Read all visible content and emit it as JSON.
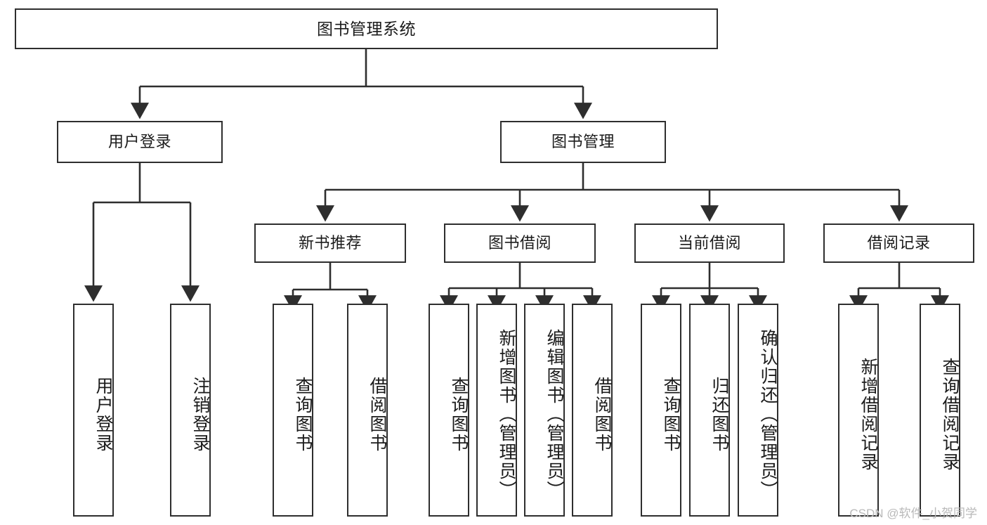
{
  "diagram": {
    "type": "tree-hierarchy",
    "title_node": {
      "label": "图书管理系统"
    },
    "level2": [
      {
        "id": "user-login",
        "label": "用户登录"
      },
      {
        "id": "book-manage",
        "label": "图书管理"
      }
    ],
    "level3": [
      {
        "id": "new-book-recommend",
        "label": "新书推荐"
      },
      {
        "id": "book-borrow",
        "label": "图书借阅"
      },
      {
        "id": "current-borrow",
        "label": "当前借阅"
      },
      {
        "id": "borrow-record",
        "label": "借阅记录"
      }
    ],
    "leaves": {
      "user_login": [
        {
          "id": "leaf-user-login",
          "label": "用户登录"
        },
        {
          "id": "leaf-logout",
          "label": "注销登录"
        }
      ],
      "new_book_recommend": [
        {
          "id": "leaf-query-book-1",
          "label": "查询图书"
        },
        {
          "id": "leaf-borrow-book-1",
          "label": "借阅图书"
        }
      ],
      "book_borrow": [
        {
          "id": "leaf-query-book-2",
          "label": "查询图书"
        },
        {
          "id": "leaf-add-book",
          "label": "新增图书（管理员）"
        },
        {
          "id": "leaf-edit-book",
          "label": "编辑图书（管理员）"
        },
        {
          "id": "leaf-borrow-book-2",
          "label": "借阅图书"
        }
      ],
      "current_borrow": [
        {
          "id": "leaf-query-book-3",
          "label": "查询图书"
        },
        {
          "id": "leaf-return-book",
          "label": "归还图书"
        },
        {
          "id": "leaf-confirm-return",
          "label": "确认归还（管理员）"
        }
      ],
      "borrow_record": [
        {
          "id": "leaf-add-record",
          "label": "新增借阅记录"
        },
        {
          "id": "leaf-query-record",
          "label": "查询借阅记录"
        }
      ]
    }
  },
  "watermark": {
    "text": "CSDN @软件_小贺同学"
  },
  "colors": {
    "border": "#2e2e2e",
    "background": "#ffffff",
    "text": "#1b1b1b",
    "watermark": "#b9b9b9"
  }
}
